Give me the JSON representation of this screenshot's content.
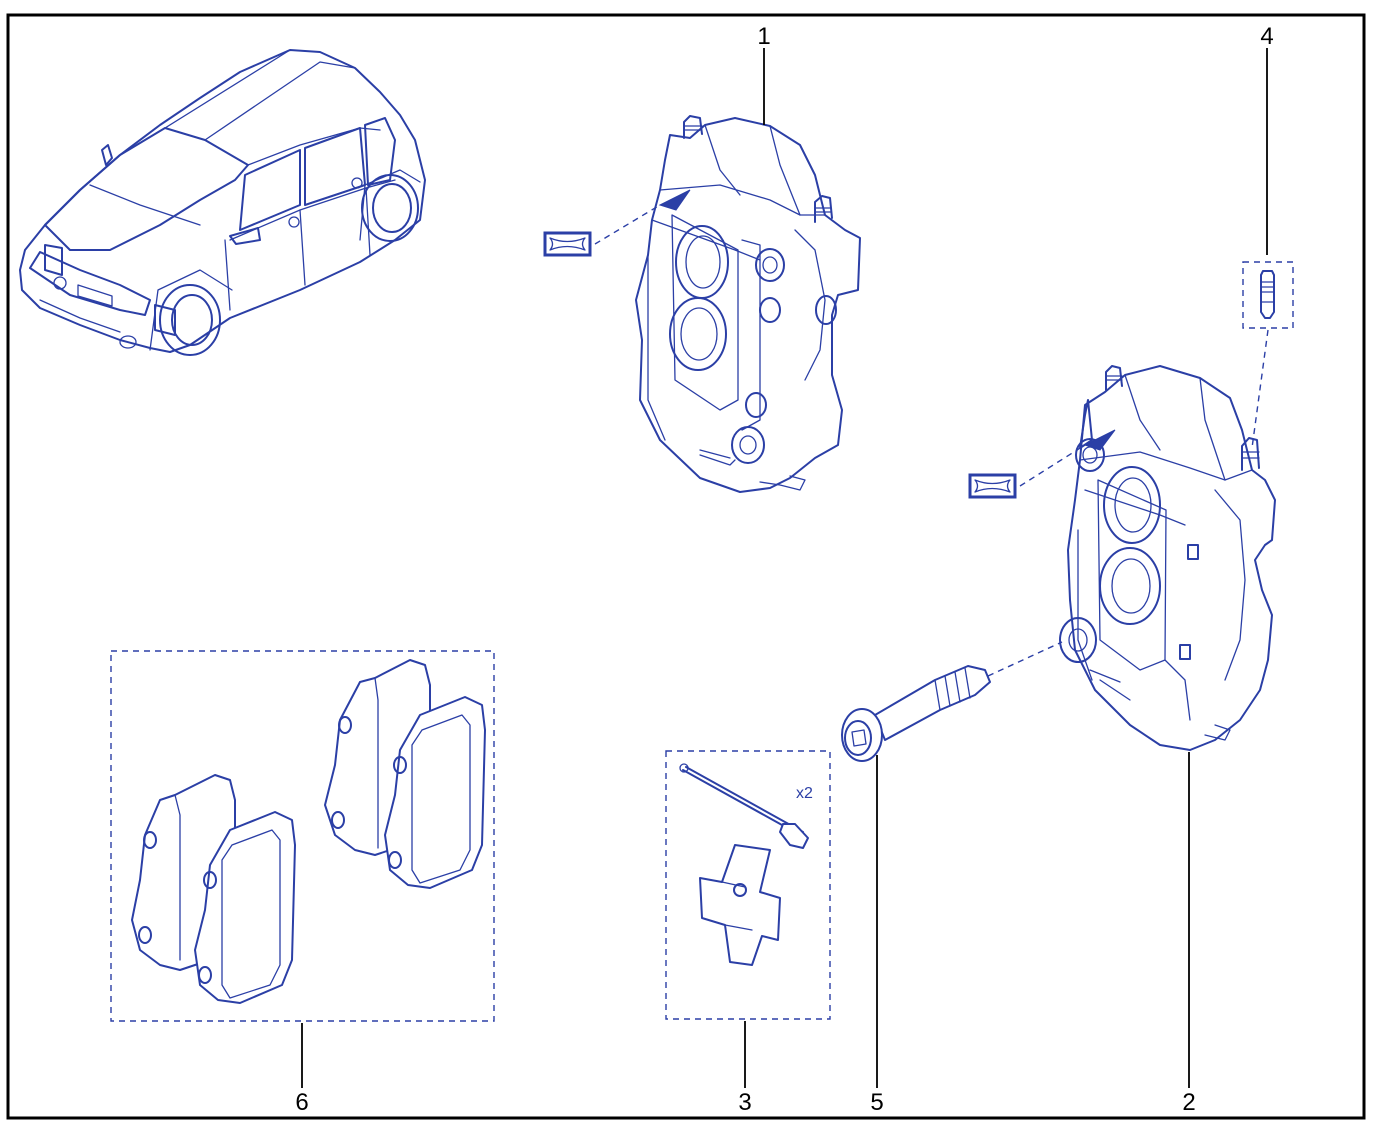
{
  "colors": {
    "line": "#2b3fa6",
    "frame": "#000000",
    "background": "#ffffff"
  },
  "callouts": {
    "c1": "1",
    "c2": "2",
    "c3": "3",
    "c4": "4",
    "c5": "5",
    "c6": "6"
  },
  "quantity_label": "x2"
}
